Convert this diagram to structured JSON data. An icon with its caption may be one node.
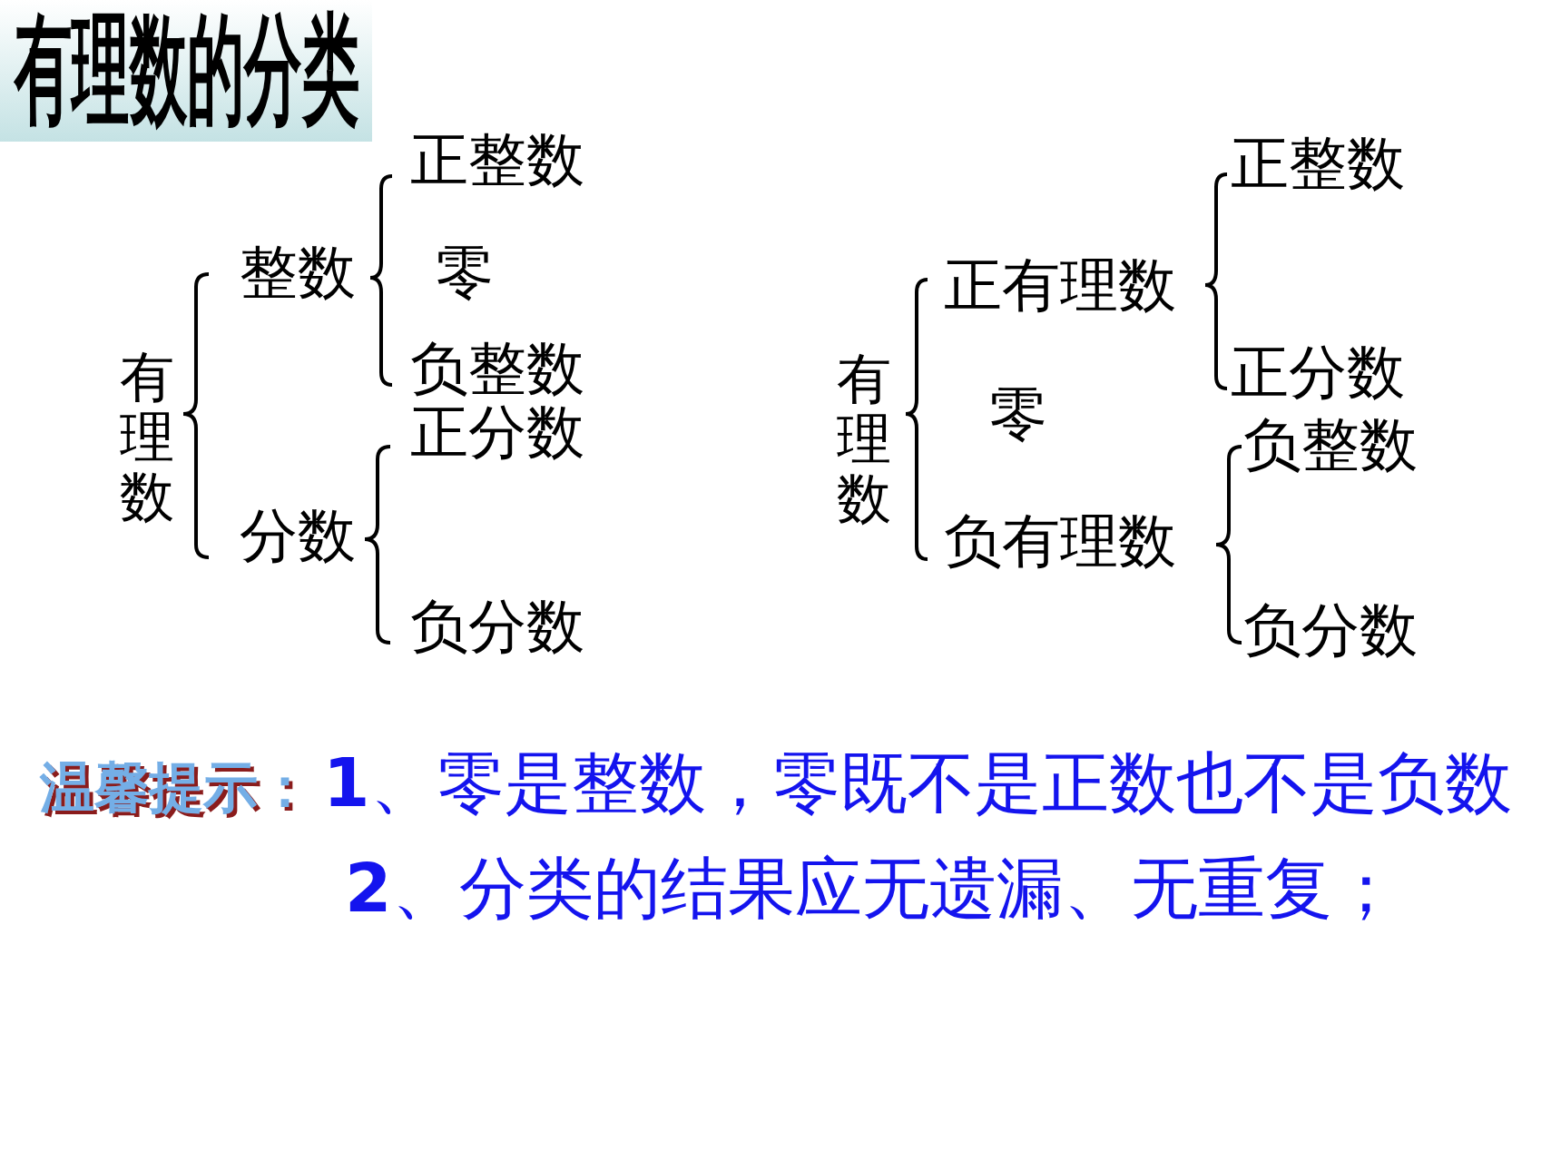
{
  "diagram": {
    "title": "有理数的分类",
    "labels": [
      "有理数",
      "整数",
      "正整数",
      "零",
      "负整数",
      "分数",
      "正分数",
      "负分数",
      "有理数",
      "正有理数",
      "零",
      "负有理数",
      "正整数",
      "正分数",
      "负整数",
      "负分数",
      "温馨提示：",
      "**1**、零是整数，零既不是正数也不是负数",
      "**2**、分类的结果应无遗漏、无重复；"
    ]
  }
}
